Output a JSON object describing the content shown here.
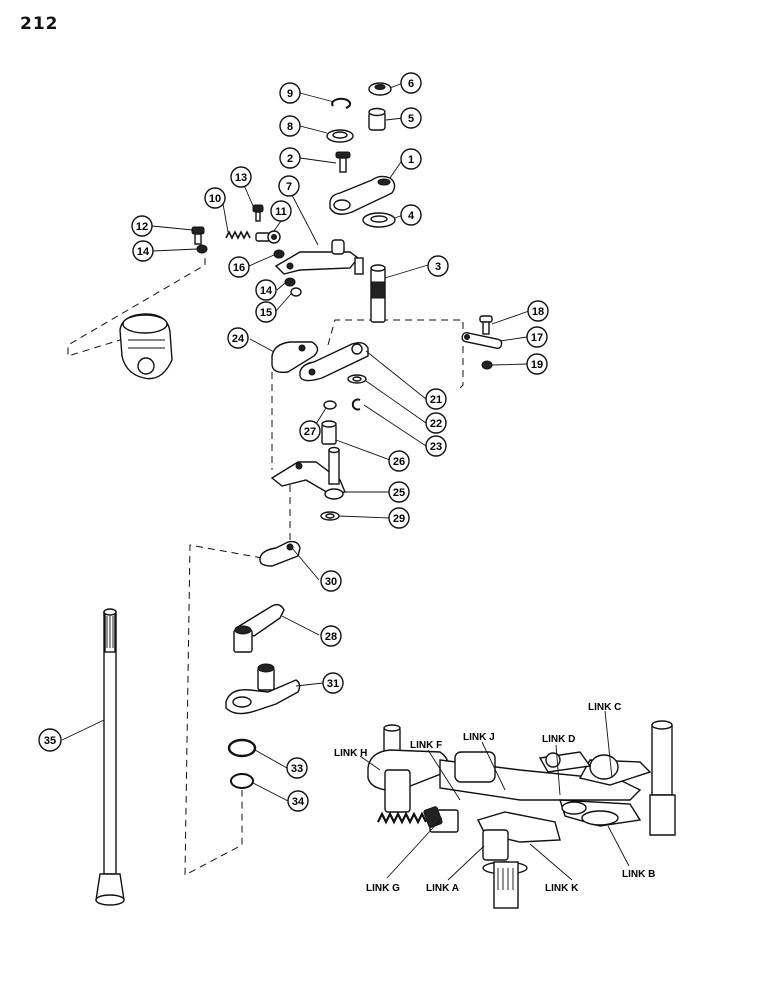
{
  "page_number": "212",
  "callouts": [
    "1",
    "2",
    "3",
    "4",
    "5",
    "6",
    "7",
    "8",
    "9",
    "10",
    "11",
    "12",
    "13",
    "14",
    "14",
    "15",
    "16",
    "17",
    "18",
    "19",
    "21",
    "22",
    "23",
    "24",
    "25",
    "26",
    "27",
    "28",
    "29",
    "30",
    "31",
    "33",
    "34",
    "35"
  ],
  "link_labels": [
    "LINK C",
    "LINK H",
    "LINK F",
    "LINK J",
    "LINK D",
    "LINK G",
    "LINK A",
    "LINK K",
    "LINK B"
  ]
}
